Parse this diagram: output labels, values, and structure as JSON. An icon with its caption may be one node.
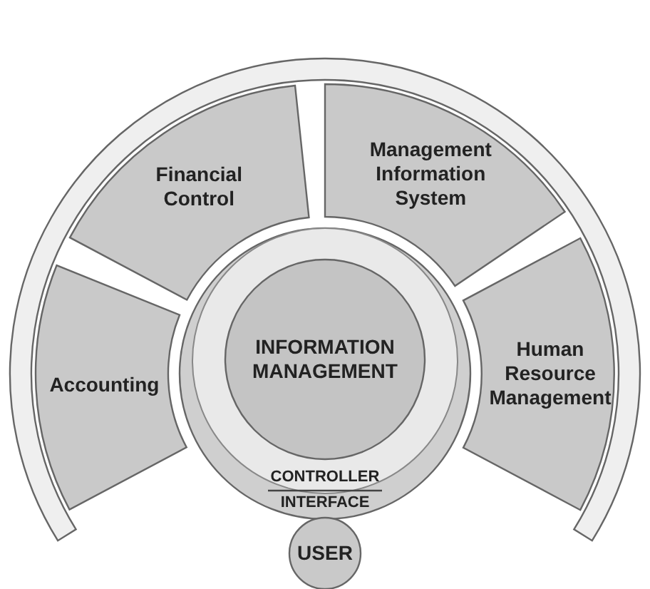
{
  "diagram": {
    "nodes": [
      {
        "text": [],
        "shape": "band"
      },
      {
        "text": [
          "Financial Control"
        ],
        "in": 0
      },
      {
        "text": [
          "Management Information System"
        ],
        "in": 0
      },
      {
        "text": [
          "Accounting"
        ],
        "in": 0
      },
      {
        "text": [
          "Human Resource Management"
        ],
        "in": 0
      },
      {
        "text": [
          "CONTROLLER",
          "INTERFACE"
        ]
      },
      {
        "text": [
          "INFORMATION MANAGEMENT"
        ],
        "in": 5
      },
      {
        "text": [
          "USER"
        ]
      }
    ]
  }
}
